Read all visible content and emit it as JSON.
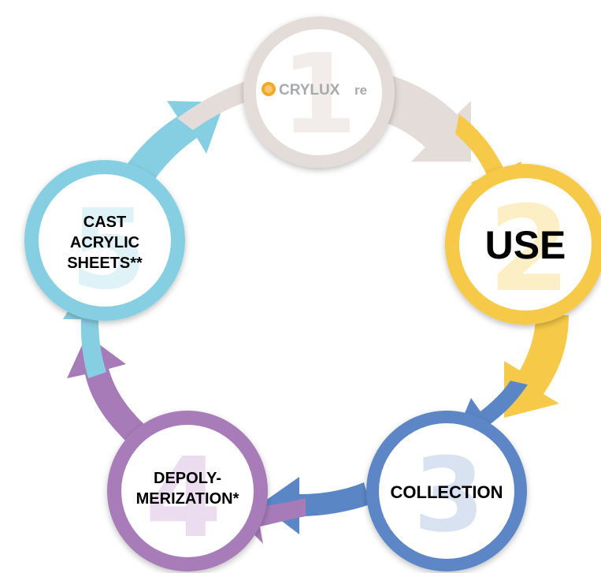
{
  "colors": {
    "step1": "#e3dcd9",
    "step2": "#f7c948",
    "step3": "#5b86c5",
    "step4": "#a77bb8",
    "step5": "#86cfe3",
    "logo": "#f0a928"
  },
  "steps": [
    {
      "number": "1",
      "logo_text": "CRYLUX",
      "logo_suffix": "re",
      "icon": "crylux-sun-logo"
    },
    {
      "number": "2",
      "label": "USE"
    },
    {
      "number": "3",
      "label": "COLLECTION"
    },
    {
      "number": "4",
      "label_lines": [
        "DEPOLY-",
        "MERIZATION*"
      ]
    },
    {
      "number": "5",
      "label_lines": [
        "CAST",
        "ACRYLIC",
        "SHEETS**"
      ]
    }
  ]
}
